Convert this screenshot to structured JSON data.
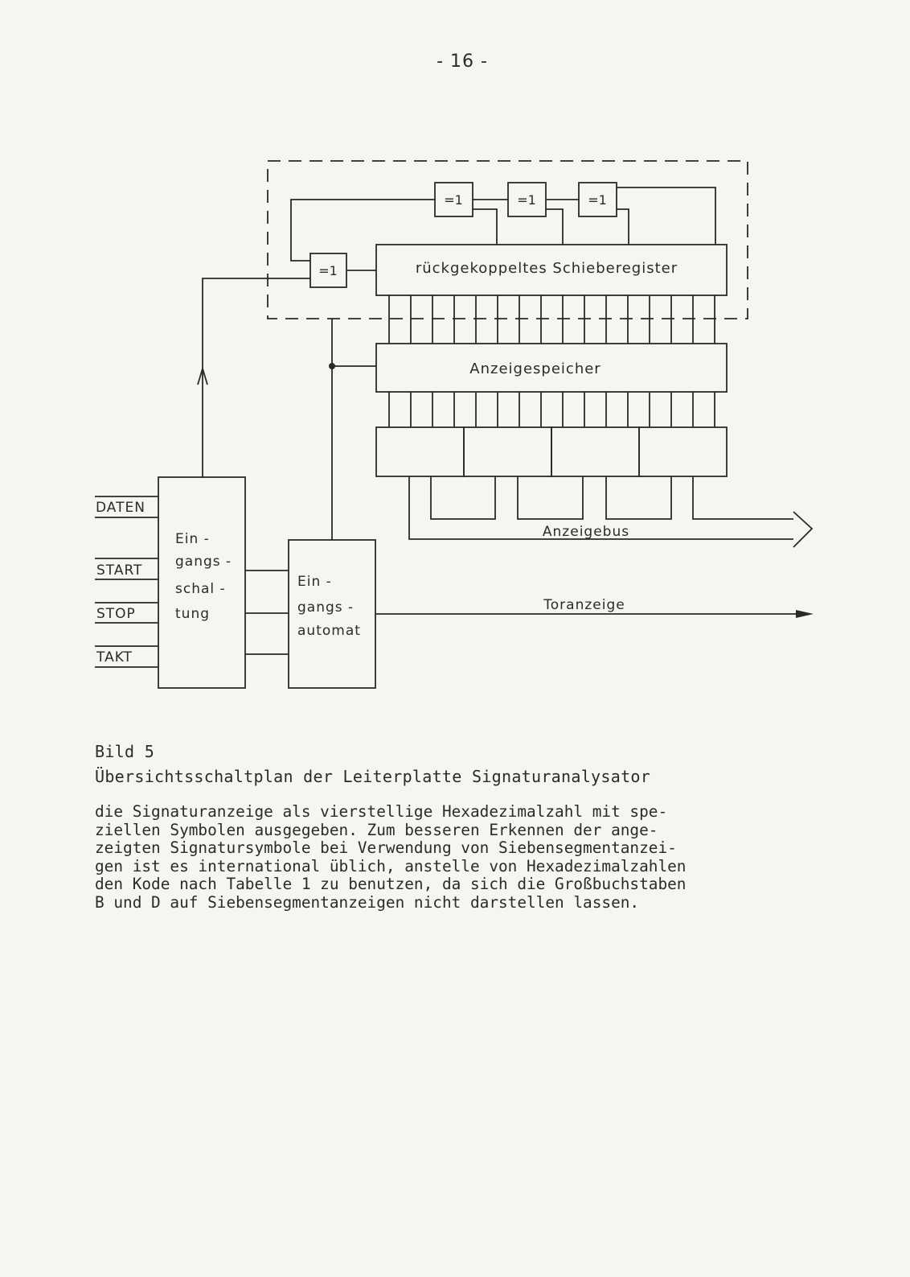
{
  "page": {
    "number": "- 16 -"
  },
  "diagram": {
    "xor_label": "=1",
    "shift_register": "rückgekoppeltes Schieberegister",
    "display_memory": "Anzeigespeicher",
    "input_circuit": [
      "Ein -",
      "gangs -",
      "schal -",
      "tung"
    ],
    "input_automaton": [
      "Ein -",
      "gangs -",
      "automat"
    ],
    "inputs": [
      "DATEN",
      "START",
      "STOP",
      "TAKT"
    ],
    "display_bus": "Anzeigebus",
    "gate_display": "Toranzeige"
  },
  "caption": {
    "number": "Bild 5",
    "title": "Übersichtsschaltplan der Leiterplatte Signaturanalysator"
  },
  "body": {
    "lines": [
      "die Signaturanzeige als vierstellige Hexadezimalzahl mit spe-",
      "ziellen Symbolen ausgegeben. Zum besseren Erkennen der ange-",
      "zeigten Signatursymbole bei Verwendung von Siebensegmentanzei-",
      "gen ist es international üblich, anstelle von Hexadezimalzahlen",
      "den Kode nach Tabelle 1 zu benutzen, da sich die Großbuchstaben",
      "B und D auf Siebensegmentanzeigen nicht darstellen lassen."
    ]
  }
}
